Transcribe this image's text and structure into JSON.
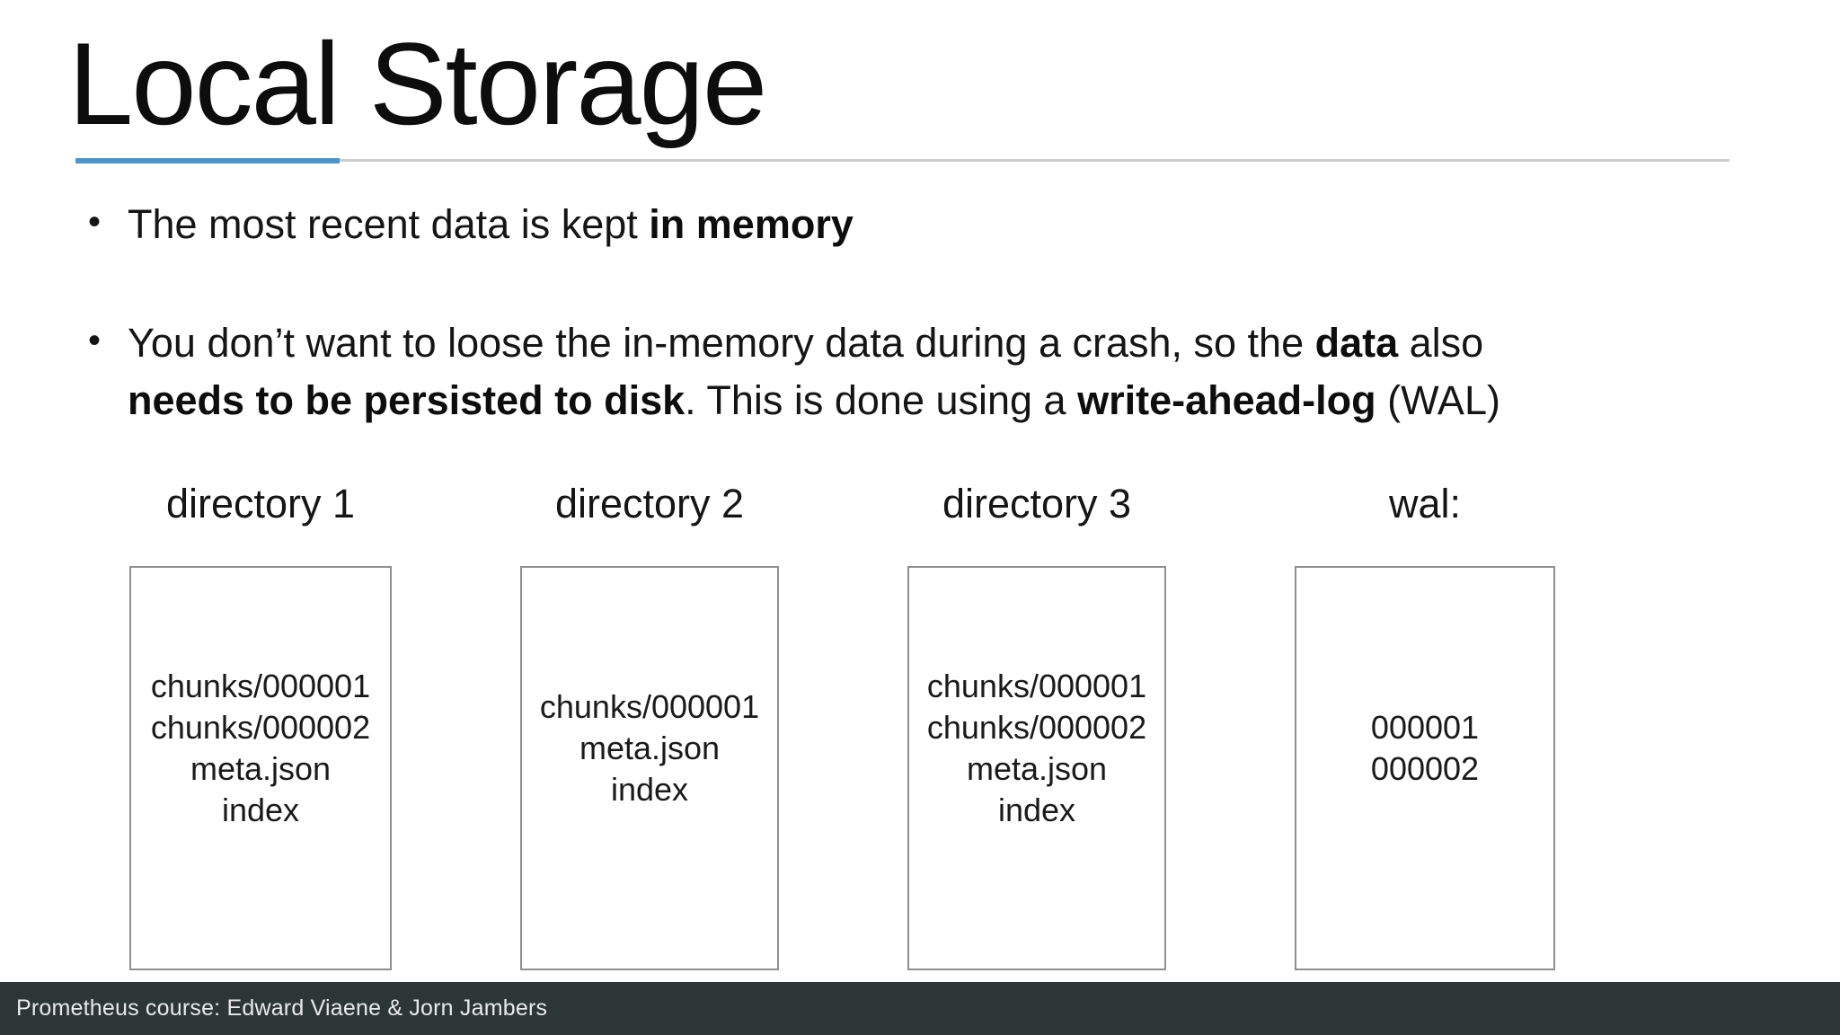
{
  "title": "Local Storage",
  "bullet_glyph": "•",
  "bullets": [
    {
      "segments": [
        {
          "text": "The most recent data is kept ",
          "bold": false
        },
        {
          "text": "in memory",
          "bold": true
        }
      ]
    },
    {
      "segments": [
        {
          "text": "You don’t want to loose the in-memory data during a crash, so the ",
          "bold": false
        },
        {
          "text": "data",
          "bold": true
        },
        {
          "text": " also",
          "bold": false
        },
        {
          "br": true
        },
        {
          "text": "needs to be persisted to disk",
          "bold": true
        },
        {
          "text": ". This is done using a ",
          "bold": false
        },
        {
          "text": "write-ahead-log",
          "bold": true
        },
        {
          "text": " (WAL)",
          "bold": false
        }
      ]
    }
  ],
  "columns": [
    {
      "label": "directory 1",
      "files": [
        "chunks/000001",
        "chunks/000002",
        "meta.json",
        "index"
      ]
    },
    {
      "label": "directory 2",
      "files": [
        "chunks/000001",
        "meta.json",
        "index"
      ]
    },
    {
      "label": "directory 3",
      "files": [
        "chunks/000001",
        "chunks/000002",
        "meta.json",
        "index"
      ]
    },
    {
      "label": "wal:",
      "files": [
        "000001",
        "000002"
      ]
    }
  ],
  "footer": {
    "text": "Prometheus course: Edward Viaene & Jorn Jambers"
  },
  "colors": {
    "accent_blue": "#4e94c6",
    "rule_gray": "#cccccc",
    "box_border": "#8f8f8f",
    "footer_bg": "#2d3637",
    "footer_text": "#e7eaea"
  }
}
